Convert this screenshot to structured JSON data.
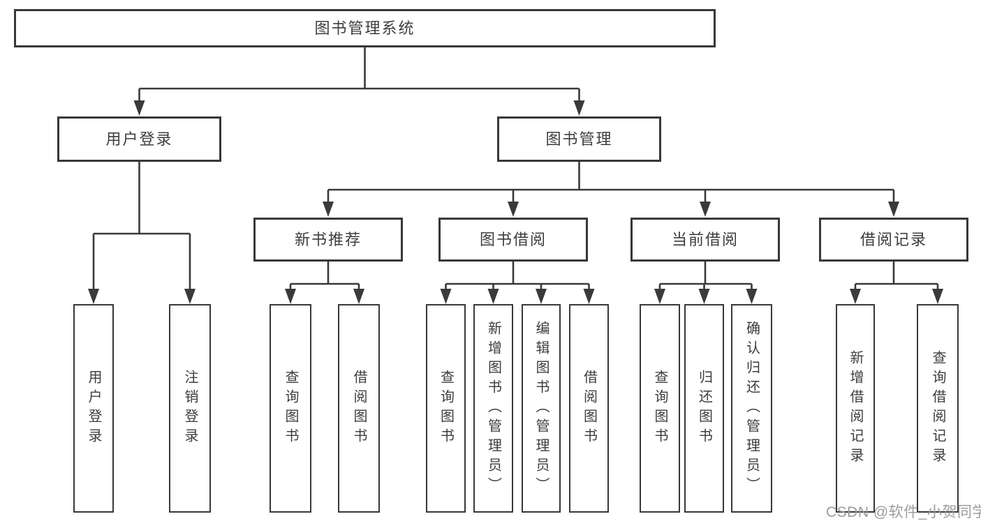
{
  "diagram": {
    "root": {
      "label": "图书管理系统"
    },
    "level2": [
      {
        "label": "用户登录"
      },
      {
        "label": "图书管理"
      }
    ],
    "level3": [
      {
        "label": "新书推荐"
      },
      {
        "label": "图书借阅"
      },
      {
        "label": "当前借阅"
      },
      {
        "label": "借阅记录"
      }
    ],
    "leaves": {
      "user_login": [
        "用户登录",
        "注销登录"
      ],
      "new_book_recommend": [
        "查询图书",
        "借阅图书"
      ],
      "book_borrowing": [
        "查询图书",
        "新增图书（管理员）",
        "编辑图书（管理员）",
        "借阅图书"
      ],
      "current_borrowing": [
        "查询图书",
        "归还图书",
        "确认归还（管理员）"
      ],
      "borrowing_records": [
        "新增借阅记录",
        "查询借阅记录"
      ]
    }
  },
  "watermark": {
    "text": "CSDN @软件_小贺同学"
  },
  "colors": {
    "line": "#3a3a3a",
    "text": "#3d3d3d",
    "box_background": "#ffffff",
    "watermark": "#9c9c9c"
  }
}
